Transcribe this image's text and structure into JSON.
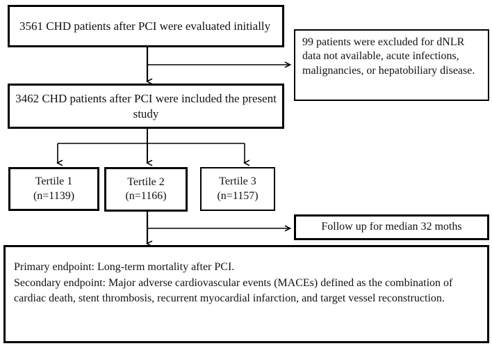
{
  "figure": {
    "type": "flowchart",
    "title": "Study flow diagram of CHD patients after PCI",
    "orientation": "top-to-bottom"
  },
  "nodes": {
    "screened": {
      "id": "screened",
      "label": "3561 CHD patients after PCI were evaluated initially",
      "count": 3561,
      "align": "left"
    },
    "excluded": {
      "id": "excluded",
      "label": "99 patients were excluded for dNLR data not available, acute infections, malignancies, or hepatobiliary disease.",
      "count": 99,
      "align": "left"
    },
    "included": {
      "id": "included",
      "label": "3462 CHD patients after PCI were included the present study",
      "count": 3462,
      "align": "center"
    },
    "tertile1": {
      "id": "tertile1",
      "label": "Tertile 1\n(n=1139)",
      "name": "Tertile 1",
      "n": 1139,
      "align": "center"
    },
    "tertile2": {
      "id": "tertile2",
      "label": "Tertile 2\n(n=1166)",
      "name": "Tertile 2",
      "n": 1166,
      "align": "center"
    },
    "tertile3": {
      "id": "tertile3",
      "label": "Tertile 3\n(n=1157)",
      "name": "Tertile 3",
      "n": 1157,
      "align": "center"
    },
    "followup": {
      "id": "followup",
      "label": "Follow up for median 32 moths",
      "median_months": 32,
      "align": "center"
    },
    "endpoints": {
      "id": "endpoints",
      "label": "Primary endpoint: Long-term mortality after PCI.\nSecondary endpoint: Major adverse cardiovascular events (MACEs) defined as the combination of cardiac death, stent thrombosis, recurrent myocardial infarction, and target vessel reconstruction.",
      "align": "left"
    }
  },
  "edges": [
    {
      "from": "screened",
      "to": "excluded",
      "arrow": "right"
    },
    {
      "from": "screened",
      "to": "included",
      "arrow": "down"
    },
    {
      "from": "included",
      "to": "tertile1",
      "arrow": "down"
    },
    {
      "from": "included",
      "to": "tertile2",
      "arrow": "down"
    },
    {
      "from": "included",
      "to": "tertile3",
      "arrow": "down"
    },
    {
      "from": "tertile2",
      "to": "followup",
      "arrow": "right"
    },
    {
      "from": "tertile2",
      "to": "endpoints",
      "arrow": "down"
    }
  ],
  "style": {
    "background": "#ffffff",
    "line_color": "#000000",
    "text_color": "#000000",
    "border_color": "#000000"
  }
}
